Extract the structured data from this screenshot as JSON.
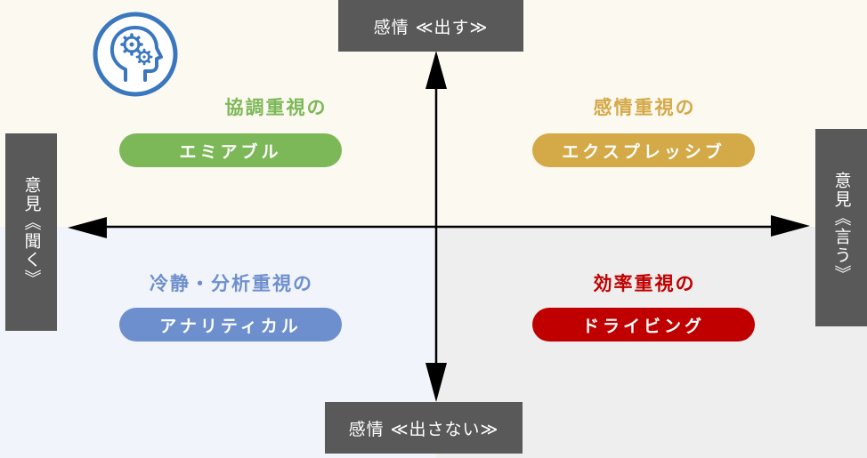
{
  "colors": {
    "q_top_left": "#fcf9f1",
    "q_top_right": "#fcf9f1",
    "q_bottom_left": "#f1f4fb",
    "q_bottom_right": "#efeeee",
    "axis": "#000000",
    "label_box": "#595959",
    "amiable": "#7db858",
    "expressive": "#d4a947",
    "analytical": "#6e8fcd",
    "driving": "#c00000",
    "icon": "#3a77bf"
  },
  "icon": "brain-gears-icon",
  "axes": {
    "top": "感情 ≪出す≫",
    "bottom": "感情 ≪出さない≫",
    "left": "意見《聞く》",
    "right": "意見《言う》"
  },
  "quadrants": {
    "top_left": {
      "heading": "協調重視の",
      "label": "エミアブル"
    },
    "top_right": {
      "heading": "感情重視の",
      "label": "エクスプレッシブ"
    },
    "bottom_left": {
      "heading": "冷静・分析重視の",
      "label": "アナリティカル"
    },
    "bottom_right": {
      "heading": "効率重視の",
      "label": "ドライビング"
    }
  }
}
